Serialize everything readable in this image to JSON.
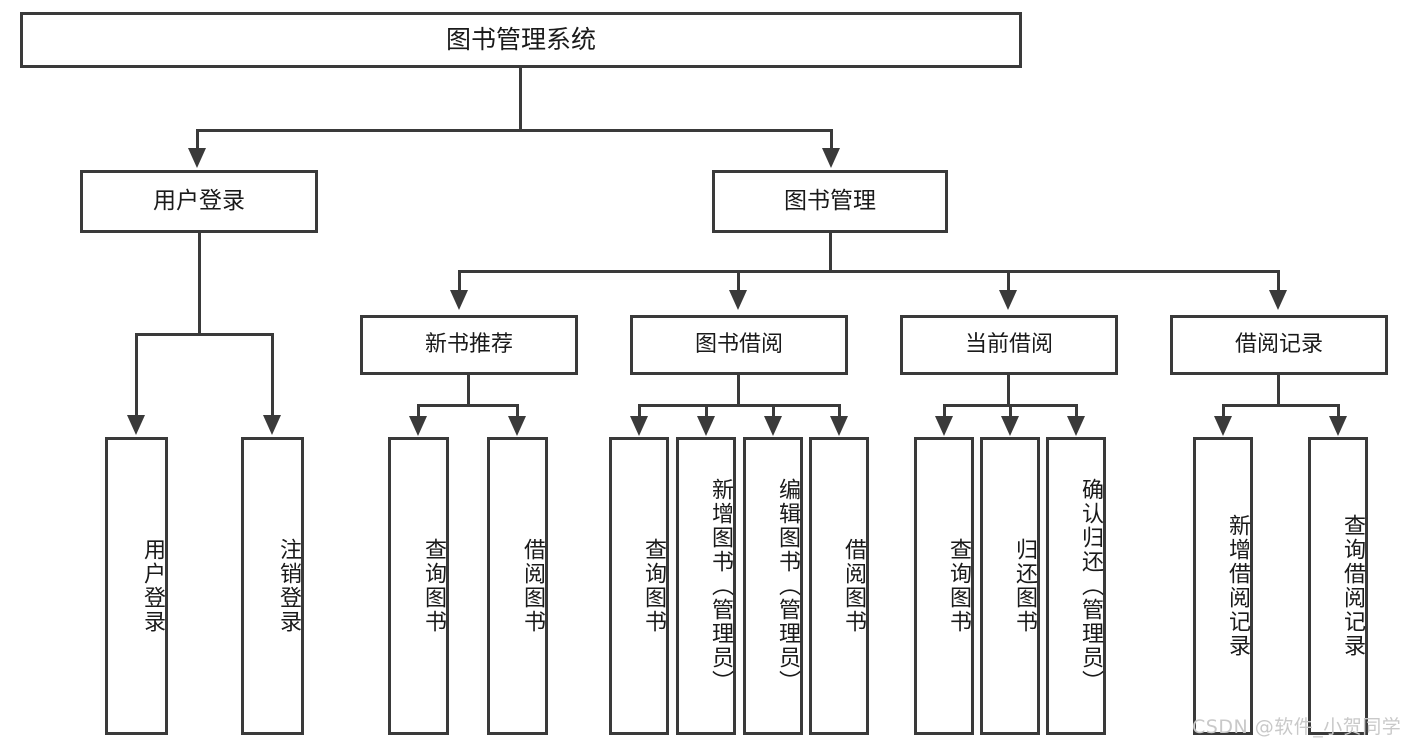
{
  "diagram": {
    "title": "图书管理系统",
    "type": "hierarchy-tree",
    "root": {
      "label": "图书管理系统"
    },
    "level2": [
      {
        "label": "用户登录"
      },
      {
        "label": "图书管理"
      }
    ],
    "level3": [
      {
        "label": "新书推荐"
      },
      {
        "label": "图书借阅"
      },
      {
        "label": "当前借阅"
      },
      {
        "label": "借阅记录"
      }
    ],
    "leaves": {
      "user_login": [
        {
          "label": "用户登录"
        },
        {
          "label": "注销登录"
        }
      ],
      "new_book_recommend": [
        {
          "label": "查询图书"
        },
        {
          "label": "借阅图书"
        }
      ],
      "book_borrow": [
        {
          "label": "查询图书"
        },
        {
          "label": "新增图书（管理员）"
        },
        {
          "label": "编辑图书（管理员）"
        },
        {
          "label": "借阅图书"
        }
      ],
      "current_borrow": [
        {
          "label": "查询图书"
        },
        {
          "label": "归还图书"
        },
        {
          "label": "确认归还（管理员）"
        }
      ],
      "borrow_record": [
        {
          "label": "新增借阅记录"
        },
        {
          "label": "查询借阅记录"
        }
      ]
    }
  },
  "watermark": {
    "text": "CSDN @软件_小贺同学"
  },
  "colors": {
    "stroke": "#3a3a3a",
    "fill": "#ffffff",
    "text": "#1a1a1a",
    "watermark": "#c9c9c9"
  }
}
